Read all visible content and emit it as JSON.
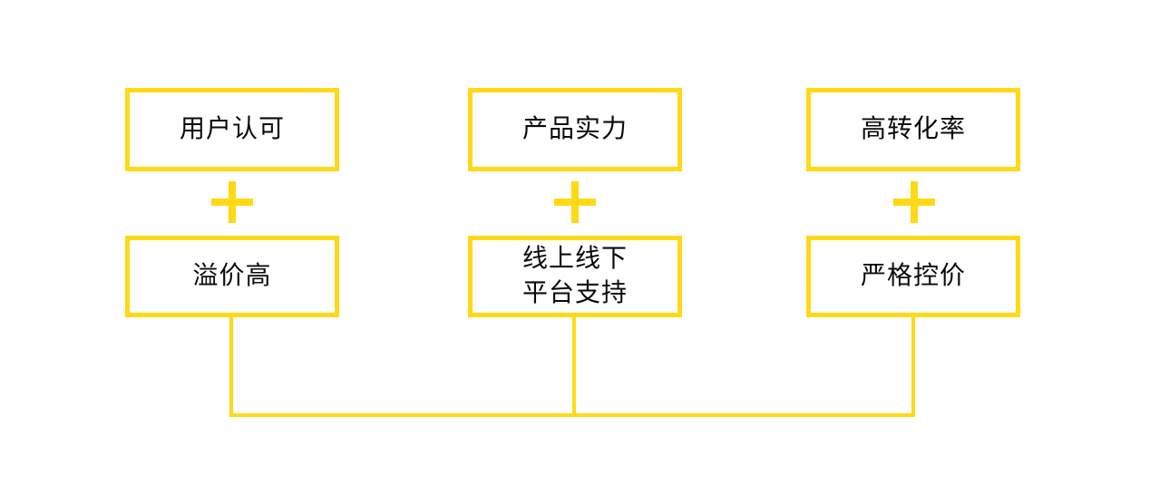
{
  "diagram": {
    "accent_color": "#FFD916",
    "text_color": "#0a0a0a",
    "background_color": "#ffffff",
    "columns": [
      {
        "top": "用户认可",
        "operator": "+",
        "bottom": "溢价高"
      },
      {
        "top": "产品实力",
        "operator": "+",
        "bottom": "线上线下\n平台支持"
      },
      {
        "top": "高转化率",
        "operator": "+",
        "bottom": "严格控价"
      }
    ]
  }
}
